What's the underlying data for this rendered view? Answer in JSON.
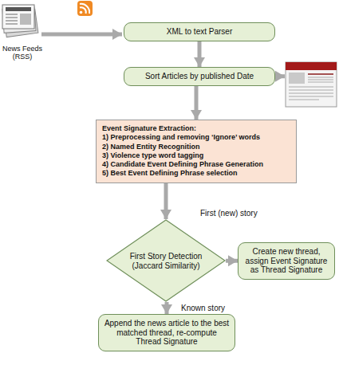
{
  "diagram": {
    "nodes": [
      {
        "text": [
          "XML to text Parser"
        ]
      },
      {
        "text": [
          "Sort Articles by published Date"
        ]
      },
      {
        "text": [
          "Event Signature Extraction:",
          "1) Preprocessing and removing ‘Ignore’ words",
          "2) Named Entity Recognition",
          "3) Violence type word tagging",
          "4) Candidate Event Defining Phrase Generation",
          "5) Best Event Defining Phrase selection"
        ]
      },
      {
        "text": [
          "First Story Detection (Jaccard Similarity)"
        ]
      },
      {
        "text": [
          "Create new thread, assign Event Signature as Thread Signature"
        ]
      },
      {
        "text": [
          "Append the news article to the best matched thread, re-compute Thread Signature"
        ]
      }
    ],
    "edges": [
      {
        "from": 0,
        "to": 1,
        "arrow": "to"
      },
      {
        "from": 1,
        "to": 2,
        "arrow": "to"
      },
      {
        "from": 2,
        "to": 3,
        "arrow": "to"
      },
      {
        "from": 3,
        "to": 4,
        "label": "First (new) story",
        "arrow": "to"
      },
      {
        "from": 3,
        "to": 5,
        "label": "Known story",
        "arrow": "to"
      }
    ],
    "labels": [
      "News Feeds (RSS)"
    ]
  }
}
